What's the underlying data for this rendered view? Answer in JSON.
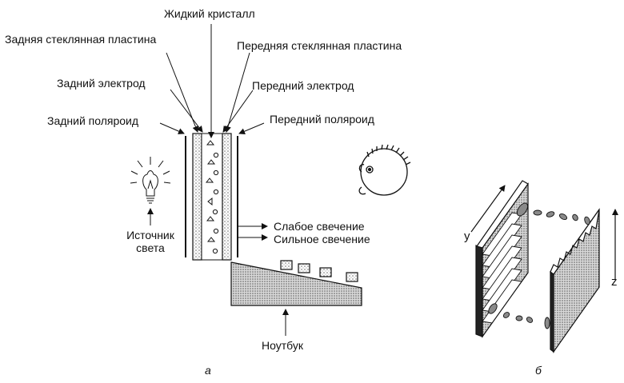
{
  "diagram": {
    "labels": {
      "liquid_crystal": "Жидкий кристалл",
      "rear_glass": "Задняя стеклянная пластина",
      "front_glass": "Передняя стеклянная пластина",
      "rear_electrode": "Задний электрод",
      "front_electrode": "Передний электрод",
      "rear_polaroid": "Задний поляроид",
      "front_polaroid": "Передний поляроид",
      "light_source_line1": "Источник",
      "light_source_line2": "света",
      "weak_glow": "Слабое свечение",
      "strong_glow": "Сильное свечение",
      "notebook": "Ноутбук",
      "axis_y": "y",
      "axis_z": "z",
      "caption_a": "а",
      "caption_b": "б"
    },
    "icons": [
      "light-bulb-icon",
      "face-icon"
    ],
    "colors": {
      "ink": "#111111",
      "stipple": "#8a8a8a"
    }
  }
}
